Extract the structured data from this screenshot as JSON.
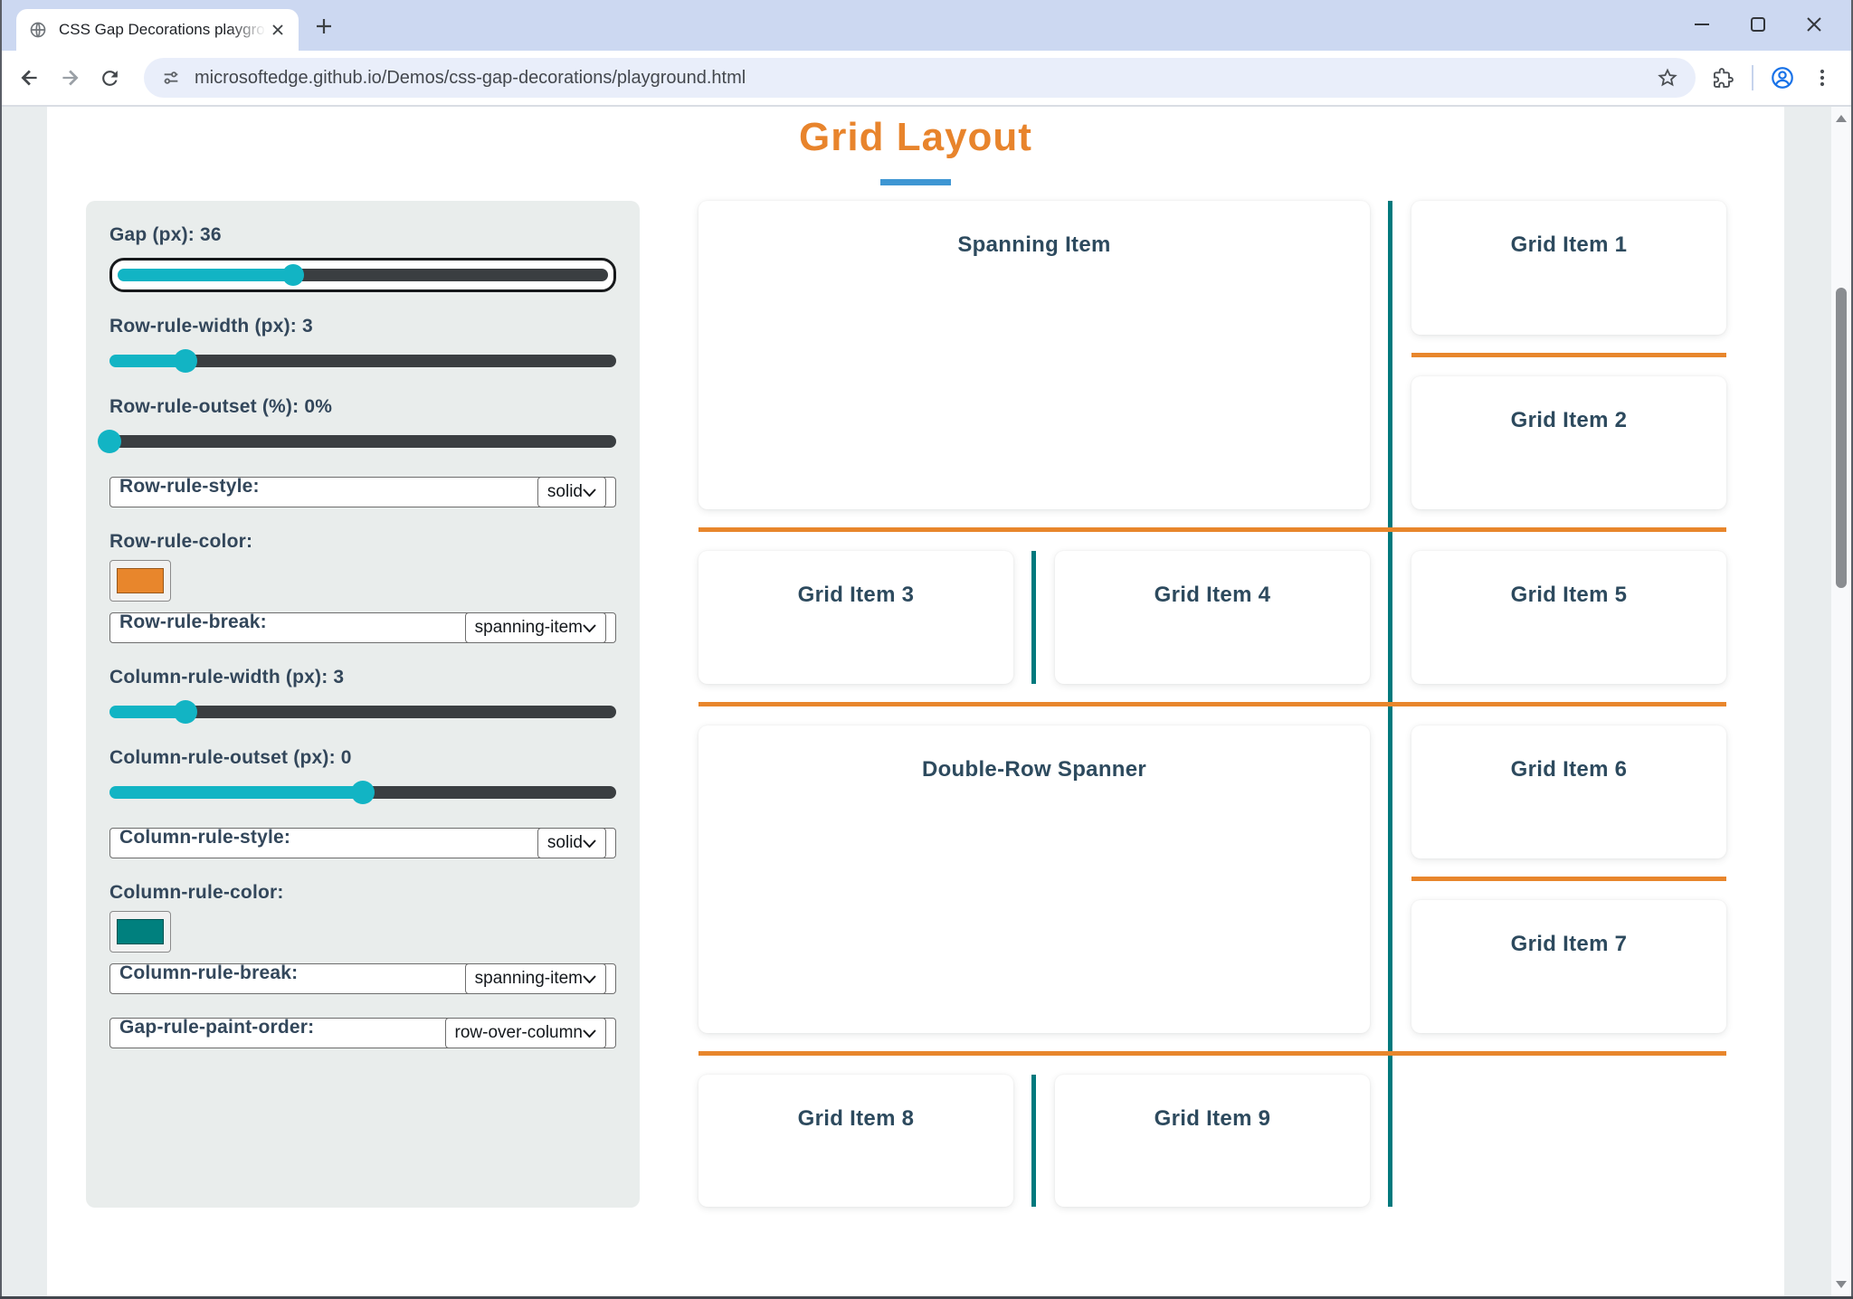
{
  "browser": {
    "tab_title": "CSS Gap Decorations playgroun",
    "url": "microsoftedge.github.io/Demos/css-gap-decorations/playground.html"
  },
  "icons": {
    "favicon": "globe-icon",
    "tab_close": "close-icon",
    "new_tab": "plus-icon",
    "window": [
      "minimize-icon",
      "maximize-icon",
      "close-icon"
    ],
    "toolbar": [
      "back-arrow-icon",
      "forward-arrow-icon",
      "reload-icon",
      "site-info-tune-icon",
      "bookmark-star-icon",
      "extensions-puzzle-icon",
      "profile-avatar-icon",
      "kebab-menu-icon"
    ],
    "scrollbar": [
      "scroll-up-icon",
      "scroll-down-icon"
    ]
  },
  "page": {
    "title": "Grid Layout",
    "panel": {
      "controls": [
        {
          "type": "range",
          "label": "Gap (px): 36",
          "value": 36,
          "min": 0,
          "max": 100,
          "focused": true
        },
        {
          "type": "range",
          "label": "Row-rule-width (px): 3",
          "value": 3,
          "min": 0,
          "max": 20
        },
        {
          "type": "range",
          "label": "Row-rule-outset (%): 0%",
          "value": 0,
          "min": 0,
          "max": 100
        },
        {
          "type": "select",
          "label": "Row-rule-style:",
          "value": "solid"
        },
        {
          "type": "color",
          "label": "Row-rule-color:",
          "value": "#e8862c"
        },
        {
          "type": "select",
          "label": "Row-rule-break:",
          "value": "spanning-item"
        },
        {
          "type": "range",
          "label": "Column-rule-width (px): 3",
          "value": 3,
          "min": 0,
          "max": 20
        },
        {
          "type": "range",
          "label": "Column-rule-outset (px): 0",
          "value": 0,
          "min": -50,
          "max": 50
        },
        {
          "type": "select",
          "label": "Column-rule-style:",
          "value": "solid"
        },
        {
          "type": "color",
          "label": "Column-rule-color:",
          "value": "#00807e"
        },
        {
          "type": "select",
          "label": "Column-rule-break:",
          "value": "spanning-item"
        },
        {
          "type": "select",
          "label": "Gap-rule-paint-order:",
          "value": "row-over-column"
        }
      ]
    },
    "grid": {
      "items": [
        {
          "label": "Spanning Item",
          "area": "1 / 1 / 3 / 3"
        },
        {
          "label": "Grid Item 1",
          "area": "1 / 3 / 2 / 4"
        },
        {
          "label": "Grid Item 2",
          "area": "2 / 3 / 3 / 4"
        },
        {
          "label": "Grid Item 3",
          "area": "3 / 1 / 4 / 2"
        },
        {
          "label": "Grid Item 4",
          "area": "3 / 2 / 4 / 3"
        },
        {
          "label": "Grid Item 5",
          "area": "3 / 3 / 4 / 4"
        },
        {
          "label": "Double-Row Spanner",
          "area": "4 / 1 / 6 / 3"
        },
        {
          "label": "Grid Item 6",
          "area": "4 / 3 / 5 / 4"
        },
        {
          "label": "Grid Item 7",
          "area": "5 / 3 / 6 / 4"
        },
        {
          "label": "Grid Item 8",
          "area": "6 / 1 / 7 / 2"
        },
        {
          "label": "Grid Item 9",
          "area": "6 / 2 / 7 / 3"
        }
      ]
    }
  },
  "colors": {
    "row_rule_orange": "#e8862c",
    "column_rule_teal": "#00797d",
    "slider_teal": "#12b4c4",
    "slider_track": "#3a3e41",
    "title_orange": "#e8842c",
    "underline_blue": "#3e96d3",
    "text_navy": "#33475b"
  }
}
